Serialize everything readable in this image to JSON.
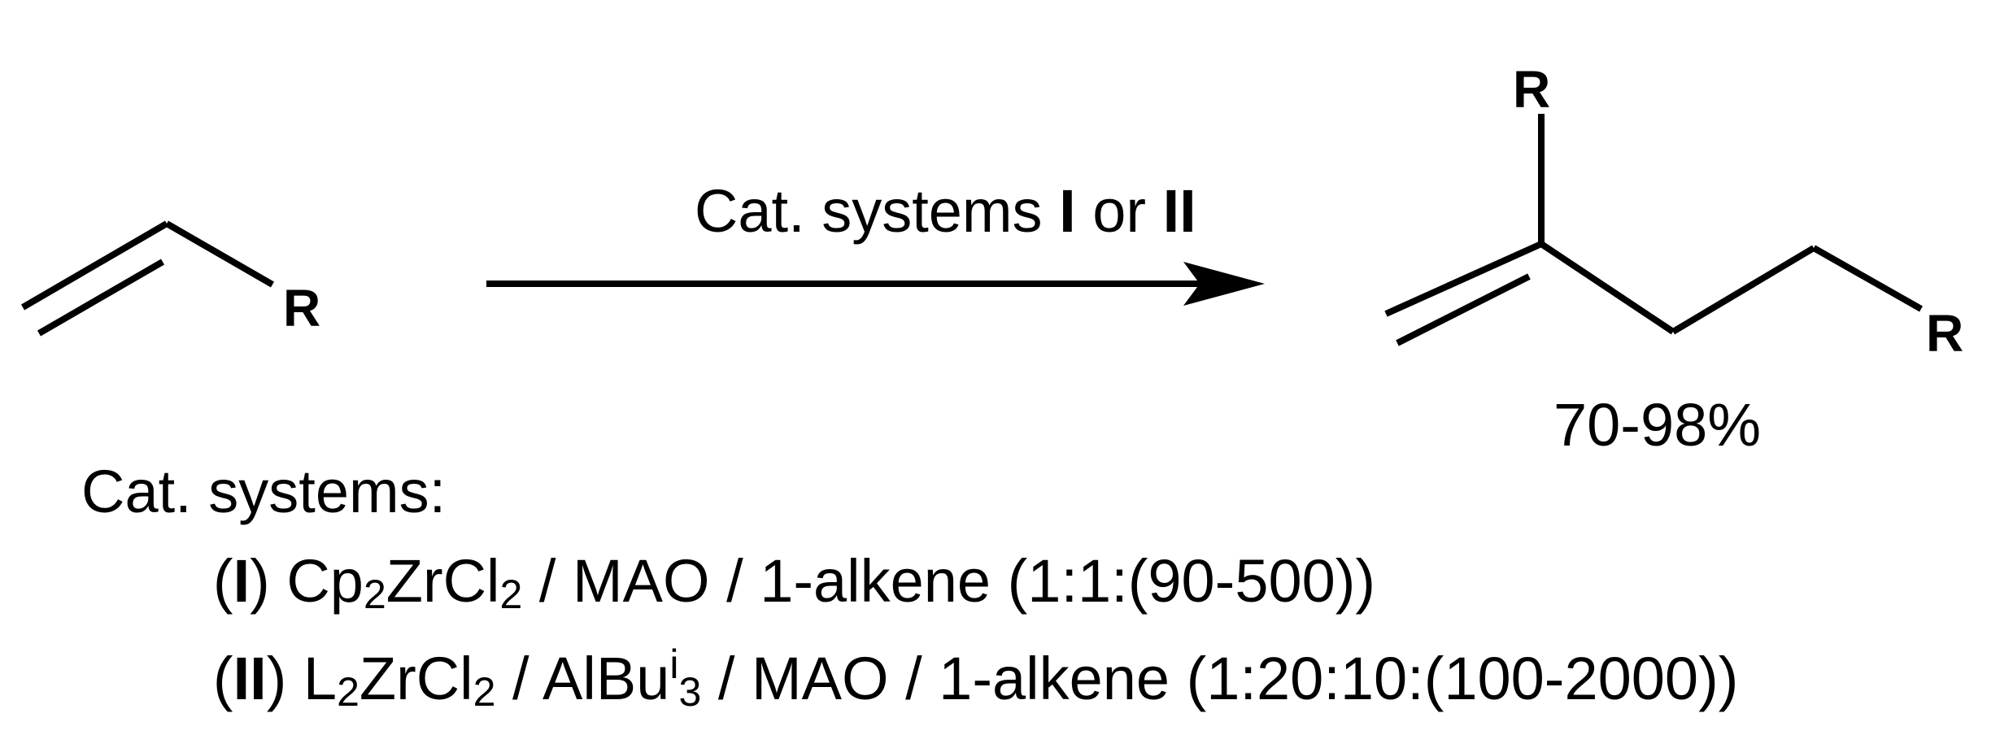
{
  "reactant": {
    "substituent": "R"
  },
  "arrow": {
    "text_prefix": "Cat. systems ",
    "catalyst_1": "I",
    "connector": " or ",
    "catalyst_2": "II"
  },
  "product": {
    "substituent_top": "R",
    "substituent_right": "R",
    "yield": "70-98%"
  },
  "legend": {
    "heading": "Cat. systems:",
    "system_1": {
      "open": "(",
      "id": "I",
      "close": ")",
      "part_a": " Cp",
      "part_a_sub": "2",
      "part_b": "ZrCl",
      "part_b_sub": "2",
      "part_c": " / MAO / 1-alkene (1:1:(90-500))"
    },
    "system_2": {
      "open": "(",
      "id": "II",
      "close": ")",
      "part_a": " L",
      "part_a_sub": "2",
      "part_b": "ZrCl",
      "part_b_sub": "2",
      "part_c": " / AlBu",
      "part_c_sup": "i",
      "part_c_sub": "3",
      "part_d": " / MAO / 1-alkene (1:20:10:(100-2000))"
    }
  }
}
